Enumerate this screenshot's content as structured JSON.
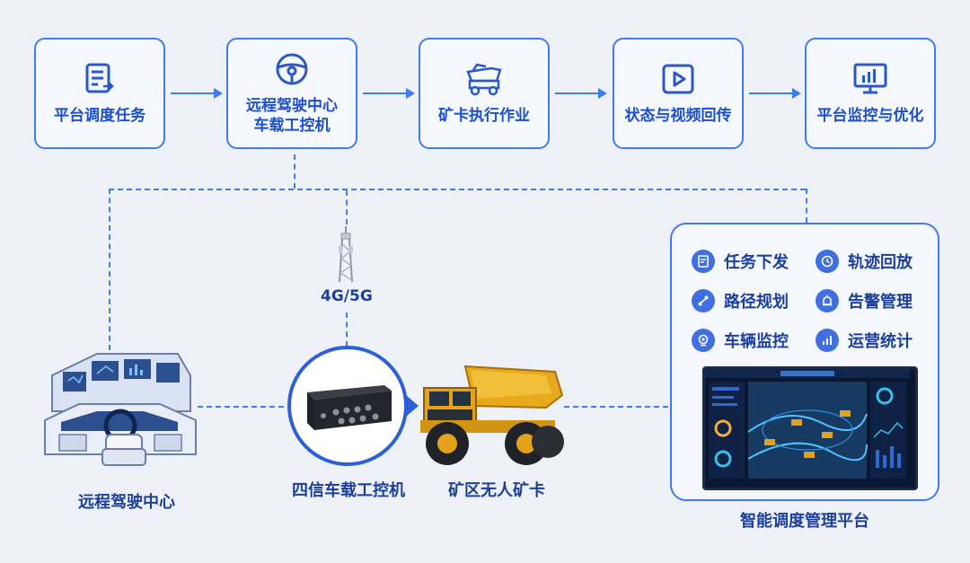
{
  "flow": {
    "steps": [
      {
        "label": "平台调度任务",
        "icon": "task-list-icon"
      },
      {
        "label": "远程驾驶中心\n车载工控机",
        "icon": "steering-wheel-icon"
      },
      {
        "label": "矿卡执行作业",
        "icon": "mining-truck-icon"
      },
      {
        "label": "状态与视频回传",
        "icon": "video-play-icon"
      },
      {
        "label": "平台监控与优化",
        "icon": "monitor-chart-icon"
      }
    ]
  },
  "network": {
    "label": "4G/5G"
  },
  "nodes": {
    "remote_center": "远程驾驶中心",
    "device": "四信车载工控机",
    "truck": "矿区无人矿卡"
  },
  "platform": {
    "caption": "智能调度管理平台",
    "features": [
      {
        "label": "任务下发",
        "icon": "task-icon"
      },
      {
        "label": "轨迹回放",
        "icon": "history-icon"
      },
      {
        "label": "路径规划",
        "icon": "route-icon"
      },
      {
        "label": "告警管理",
        "icon": "alarm-icon"
      },
      {
        "label": "车辆监控",
        "icon": "camera-icon"
      },
      {
        "label": "运营统计",
        "icon": "bar-chart-icon"
      }
    ]
  },
  "colors": {
    "accent": "#3f7cf0",
    "text": "#1c3f9c",
    "truck": "#e6a817"
  }
}
